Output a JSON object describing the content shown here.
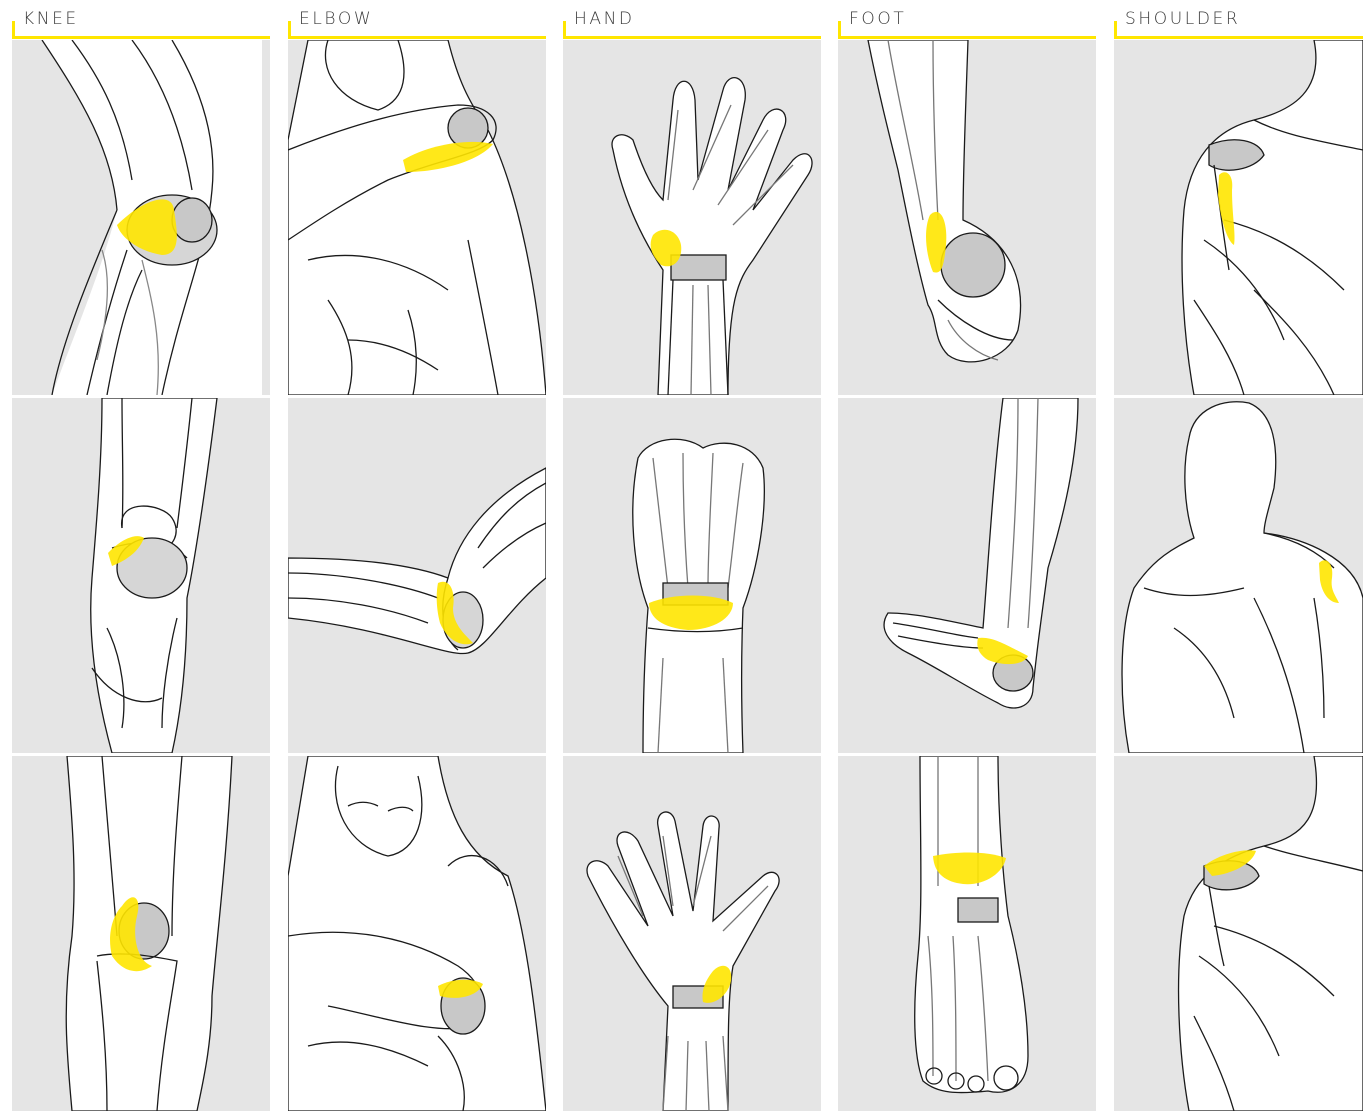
{
  "highlight_color": "#ffe600",
  "panel_background": "#e5e5e5",
  "outline_color": "#1a1a1a",
  "bone_shade": "#c8c8c8",
  "columns": [
    {
      "label": "KNEE",
      "views": [
        "knee-lateral-view",
        "knee-front-view",
        "knee-medial-view"
      ]
    },
    {
      "label": "ELBOW",
      "views": [
        "elbow-flexed-view",
        "elbow-side-view",
        "elbow-across-chest-view"
      ]
    },
    {
      "label": "HAND",
      "views": [
        "hand-open-dorsal-view",
        "hand-fist-view",
        "hand-spread-palmar-view"
      ]
    },
    {
      "label": "FOOT",
      "views": [
        "foot-heel-view",
        "foot-lateral-view",
        "foot-dorsal-view"
      ]
    },
    {
      "label": "SHOULDER",
      "views": [
        "shoulder-front-view",
        "shoulder-back-view",
        "shoulder-front-top-view"
      ]
    }
  ]
}
